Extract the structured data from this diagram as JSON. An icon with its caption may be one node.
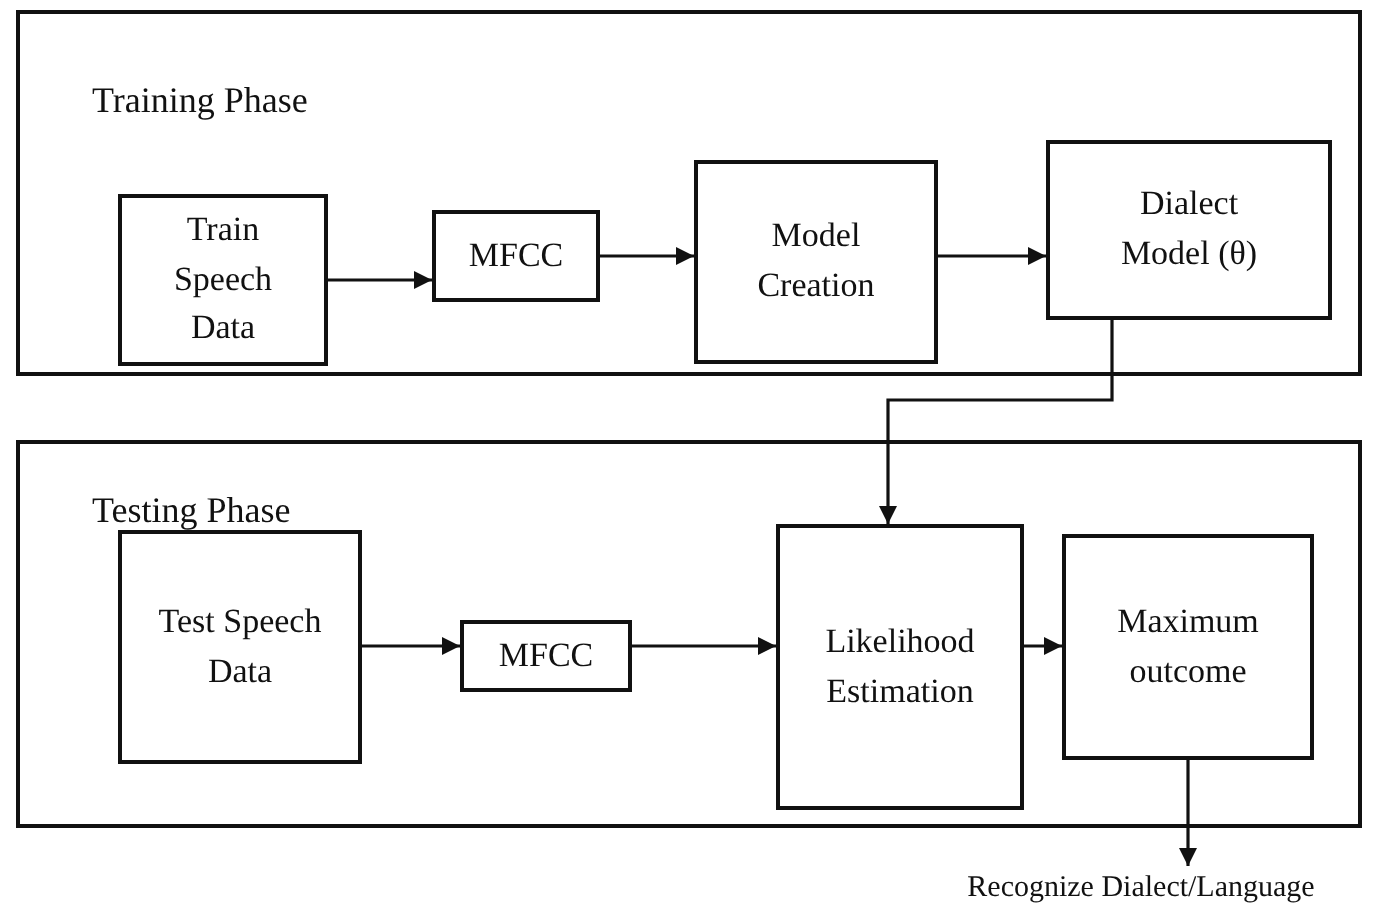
{
  "diagram": {
    "nodes": [
      {
        "text": [
          "Training Phase"
        ]
      },
      {
        "text": [
          "Train Speech Data"
        ],
        "in": 0
      },
      {
        "text": [
          "MFCC"
        ],
        "in": 0
      },
      {
        "text": [
          "Model Creation"
        ],
        "in": 0
      },
      {
        "text": [
          "Dialect Model (θ)"
        ],
        "in": 0
      },
      {
        "text": [
          "Testing Phase"
        ]
      },
      {
        "text": [
          "Test Speech Data"
        ],
        "in": 5
      },
      {
        "text": [
          "MFCC"
        ],
        "in": 5
      },
      {
        "text": [
          "Likelihood Estimation"
        ],
        "in": 5
      },
      {
        "text": [
          "Maximum outcome"
        ],
        "in": 5
      },
      {
        "text": [
          "Recognize Dialect/Language"
        ]
      }
    ],
    "edges": [
      {
        "from": 1,
        "to": 2,
        "arrow": "to"
      },
      {
        "from": 2,
        "to": 3,
        "arrow": "to"
      },
      {
        "from": 3,
        "to": 4,
        "arrow": "to"
      },
      {
        "from": 4,
        "to": 8,
        "arrow": "to"
      },
      {
        "from": 6,
        "to": 7,
        "arrow": "to"
      },
      {
        "from": 7,
        "to": 8,
        "arrow": "to"
      },
      {
        "from": 8,
        "to": 9,
        "arrow": "to"
      },
      {
        "from": 9,
        "to": 10,
        "arrow": "to"
      }
    ]
  }
}
